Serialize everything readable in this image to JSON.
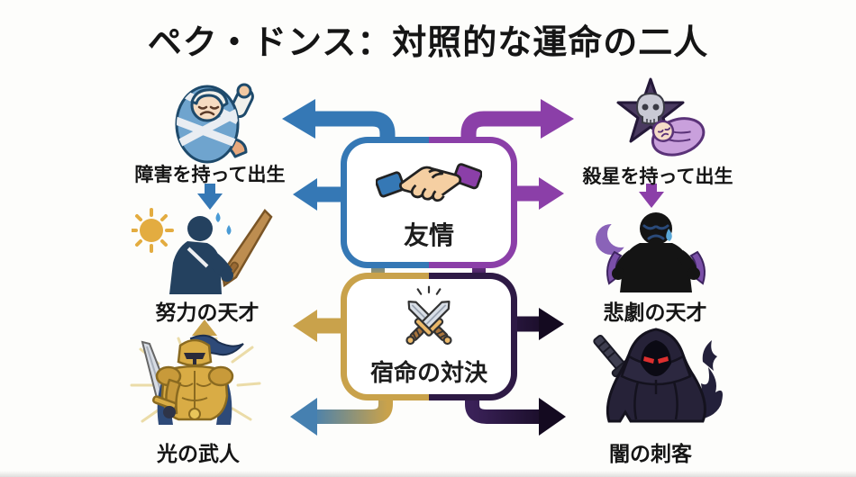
{
  "title": "ペク・ドンス：対照的な運命の二人",
  "center": {
    "friendship_box": {
      "label": "友情",
      "icon": "handshake-icon"
    },
    "duel_box": {
      "label": "宿命の対決",
      "icon": "crossed-swords-icon"
    }
  },
  "left_column": {
    "birth": "障害を持って出生",
    "genius": "努力の天才",
    "warrior": "光の武人"
  },
  "right_column": {
    "birth": "殺星を持って出生",
    "genius": "悲劇の天才",
    "warrior": "闇の刺客"
  },
  "colors": {
    "blue": "#3578B5",
    "purple": "#8B3FA8",
    "gold": "#C9A24B",
    "dark_purple": "#2E1A45",
    "text": "#151515",
    "background": "#FDFDFB"
  }
}
